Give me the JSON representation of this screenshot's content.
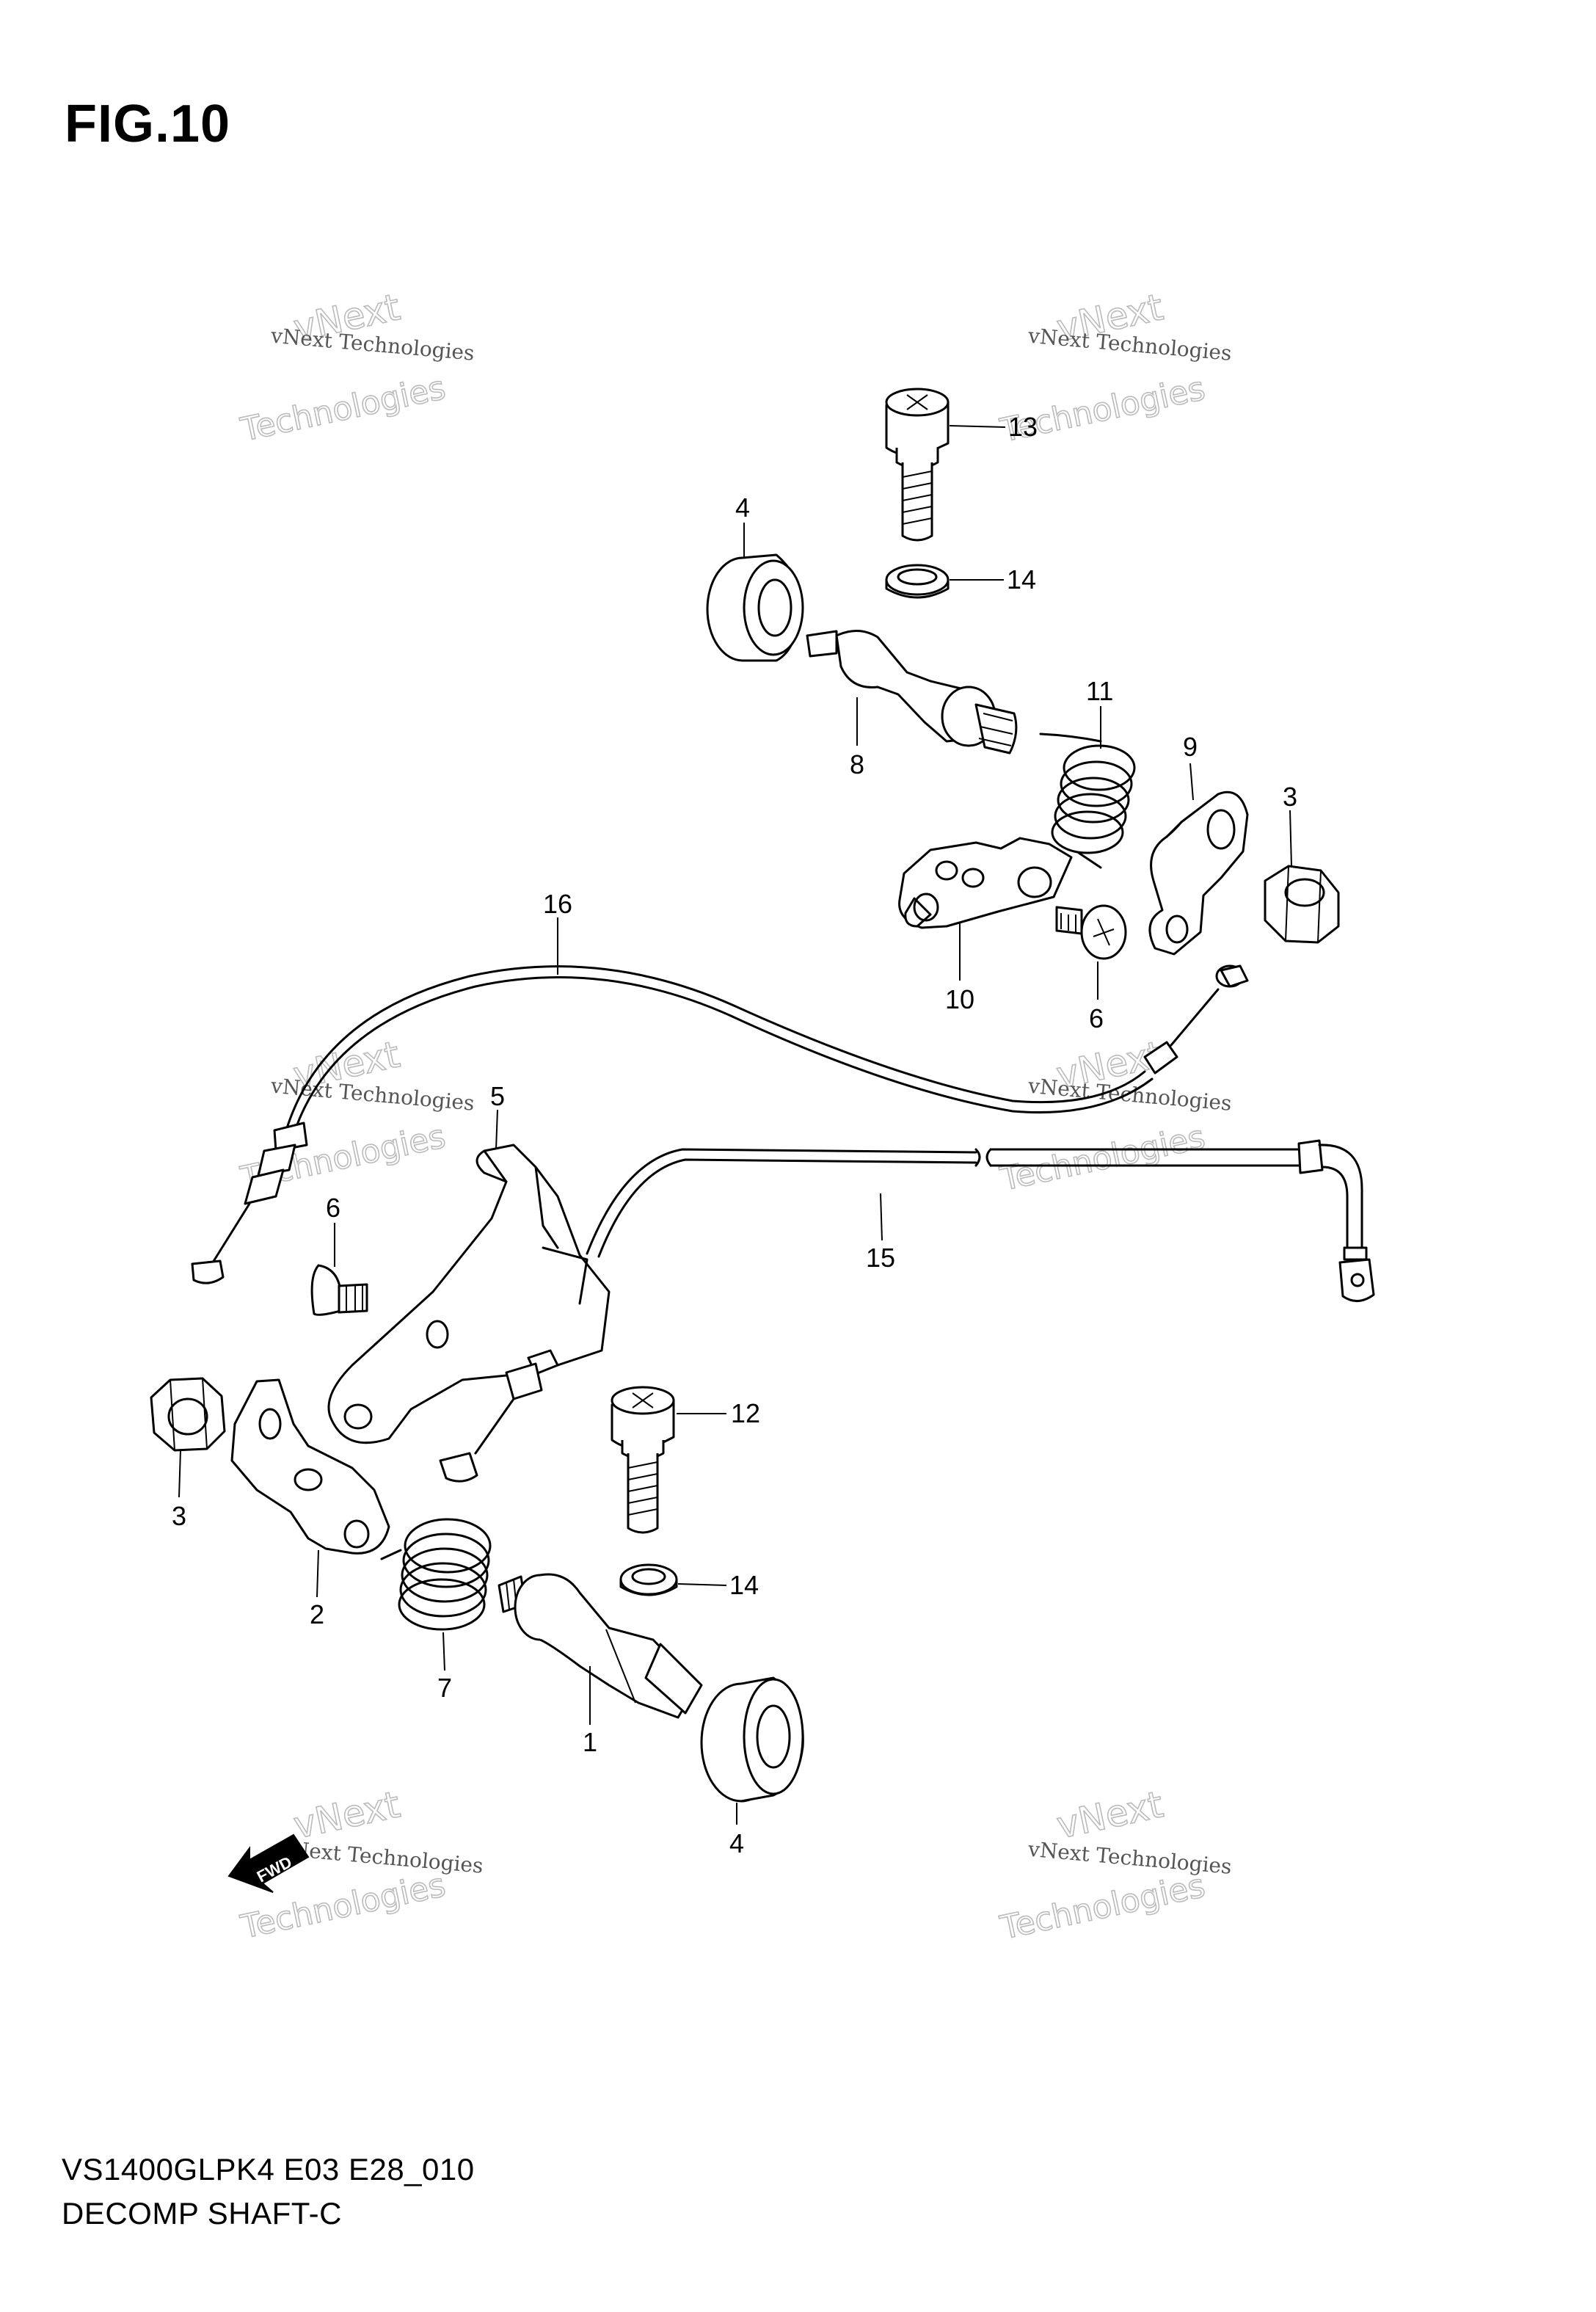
{
  "figure": {
    "title": "FIG.10",
    "model_code": "VS1400GLPK4 E03 E28_010",
    "section_name": "DECOMP SHAFT-C"
  },
  "watermark": {
    "company": "vNext Technologies",
    "word_top": "vNext",
    "word_bottom": "Technologies"
  },
  "fwd_label": "FWD",
  "callouts": [
    "1",
    "2",
    "3",
    "4",
    "5",
    "6",
    "7",
    "8",
    "9",
    "10",
    "11",
    "12",
    "13",
    "14",
    "15",
    "16"
  ],
  "colors": {
    "ink": "#000000",
    "watermark": "#bbbbbb",
    "background": "#ffffff"
  }
}
